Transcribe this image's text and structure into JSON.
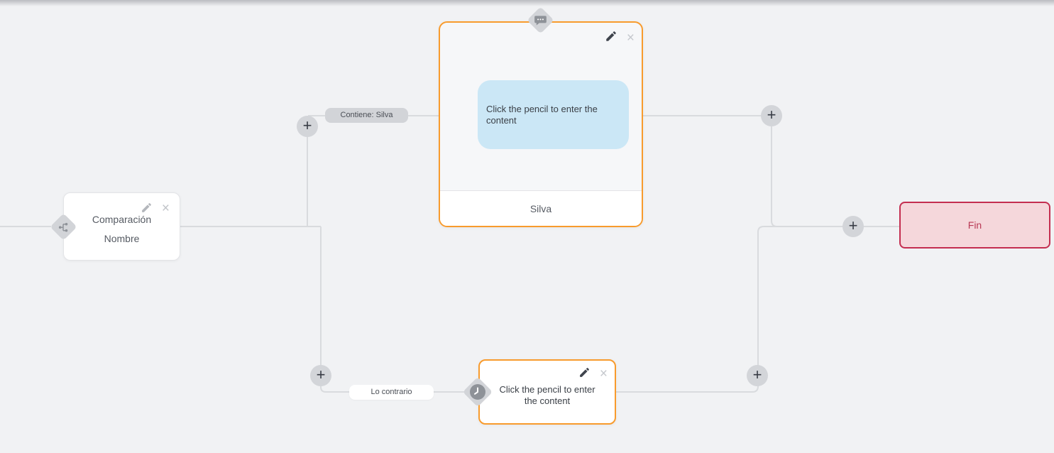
{
  "icons": {
    "plus": "+",
    "close": "×",
    "pencil": "pencil-icon",
    "branch": "branch-condition-icon",
    "chat": "chat-bubble-icon",
    "clock": "clock-icon"
  },
  "edge_labels": {
    "contains": "Contiene: Silva",
    "otherwise": "Lo contrario"
  },
  "nodes": {
    "condition": {
      "line1": "Comparación",
      "line2": "Nombre"
    },
    "message": {
      "bubble": "Click the pencil to enter the content",
      "output": "Silva"
    },
    "delay": {
      "placeholder": "Click the pencil to enter the content"
    },
    "end": {
      "label": "Fin"
    }
  },
  "colors": {
    "canvas_bg": "#f1f2f4",
    "accent_orange": "#f89b2d",
    "wire": "#d9dbde",
    "bubble_bg": "#cbe7f6",
    "end_bg": "#f5d7db",
    "end_border": "#c42e50",
    "end_text": "#b93a56"
  }
}
